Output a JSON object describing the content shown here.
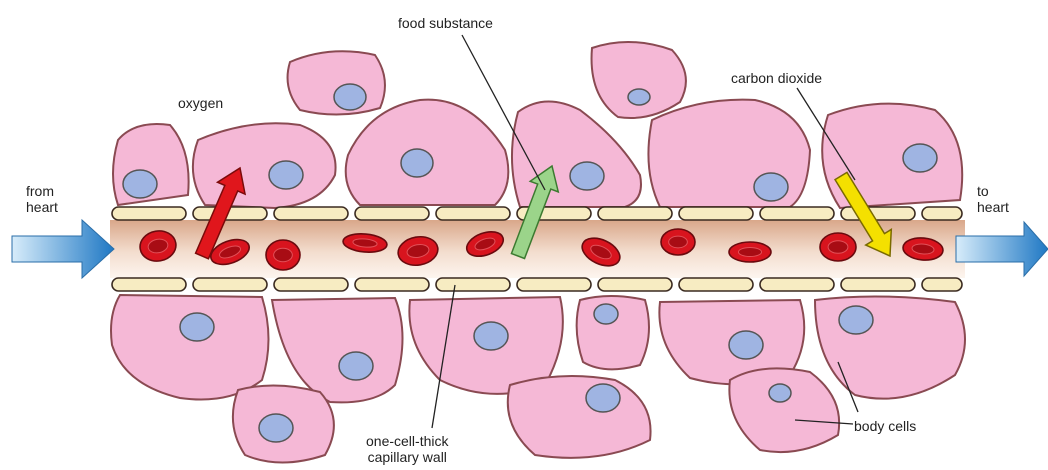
{
  "labels": {
    "food_substance": "food substance",
    "carbon_dioxide": "carbon dioxide",
    "oxygen": "oxygen",
    "from_heart": "from\nheart",
    "to_heart": "to\nheart",
    "capillary_wall": "one-cell-thick\ncapillary wall",
    "body_cells": "body cells"
  },
  "colors": {
    "body_cell_fill": "#f5b8d6",
    "body_cell_outline": "#8a4a52",
    "nucleus": "#9fb4e2",
    "wall_cell": "#f7ecc2",
    "red_cell": "#d8141e",
    "oxygen_arrow": "#e0161c",
    "food_arrow": "#9bd48a",
    "co2_arrow": "#f4e000",
    "blood_arrow": "#3a8ed0"
  }
}
